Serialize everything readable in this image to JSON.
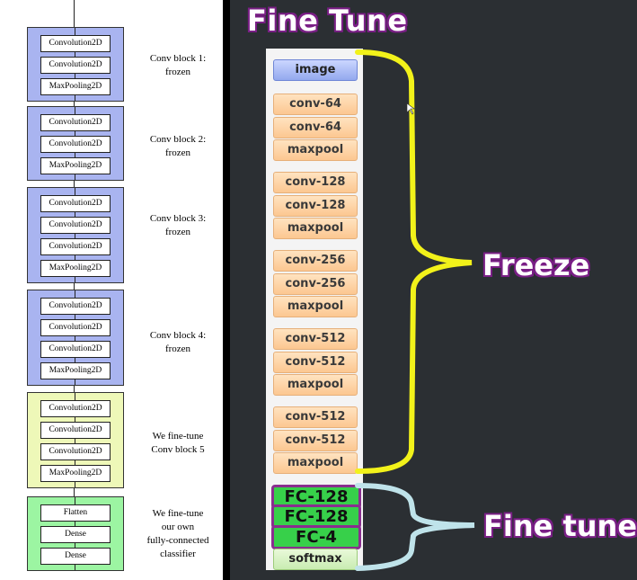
{
  "left_panel": {
    "blocks": [
      {
        "layers": [
          "Convolution2D",
          "Convolution2D",
          "MaxPooling2D"
        ],
        "label": [
          "Conv block 1:",
          "frozen"
        ],
        "color": "#a9b4f0"
      },
      {
        "layers": [
          "Convolution2D",
          "Convolution2D",
          "MaxPooling2D"
        ],
        "label": [
          "Conv block 2:",
          "frozen"
        ],
        "color": "#a9b4f0"
      },
      {
        "layers": [
          "Convolution2D",
          "Convolution2D",
          "Convolution2D",
          "MaxPooling2D"
        ],
        "label": [
          "Conv block 3:",
          "frozen"
        ],
        "color": "#a9b4f0"
      },
      {
        "layers": [
          "Convolution2D",
          "Convolution2D",
          "Convolution2D",
          "MaxPooling2D"
        ],
        "label": [
          "Conv block 4:",
          "frozen"
        ],
        "color": "#a9b4f0"
      },
      {
        "layers": [
          "Convolution2D",
          "Convolution2D",
          "Convolution2D",
          "MaxPooling2D"
        ],
        "label": [
          "We fine-tune",
          "Conv block 5"
        ],
        "color": "#eef8b8"
      },
      {
        "layers": [
          "Flatten",
          "Dense",
          "Dense"
        ],
        "label": [
          "We fine-tune",
          "our own",
          "fully-connected",
          "classifier"
        ],
        "color": "#9cf5a2"
      }
    ]
  },
  "right_panel": {
    "title": "Fine Tune",
    "layers": [
      {
        "text": "image",
        "kind": "img"
      },
      {
        "text": "conv-64",
        "kind": "conv"
      },
      {
        "text": "conv-64",
        "kind": "conv"
      },
      {
        "text": "maxpool",
        "kind": "conv"
      },
      {
        "text": "conv-128",
        "kind": "conv"
      },
      {
        "text": "conv-128",
        "kind": "conv"
      },
      {
        "text": "maxpool",
        "kind": "conv"
      },
      {
        "text": "conv-256",
        "kind": "conv"
      },
      {
        "text": "conv-256",
        "kind": "conv"
      },
      {
        "text": "maxpool",
        "kind": "conv"
      },
      {
        "text": "conv-512",
        "kind": "conv"
      },
      {
        "text": "conv-512",
        "kind": "conv"
      },
      {
        "text": "maxpool",
        "kind": "conv"
      },
      {
        "text": "conv-512",
        "kind": "conv"
      },
      {
        "text": "conv-512",
        "kind": "conv"
      },
      {
        "text": "maxpool",
        "kind": "conv"
      },
      {
        "text": "FC-128",
        "kind": "fc"
      },
      {
        "text": "FC-128",
        "kind": "fc"
      },
      {
        "text": "FC-4",
        "kind": "fc"
      },
      {
        "text": "softmax",
        "kind": "soft"
      }
    ],
    "freeze_label": "Freeze",
    "finetune_label": "Fine tune",
    "colors": {
      "freeze_brace": "#f2f21a",
      "finetune_brace": "#bfe3ea",
      "outline": "#7a1f86"
    }
  }
}
